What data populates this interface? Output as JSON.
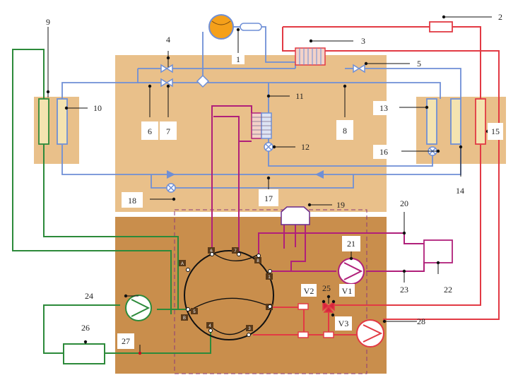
{
  "colors": {
    "upper_zone": "#e9c08a",
    "lower_zone": "#c98e4c",
    "blue_line": "#6f8fd6",
    "red_line": "#e23a44",
    "green_line": "#2c8a3a",
    "purple_line": "#b0207a",
    "valve_red": "#d7263d",
    "compressor": "#f5a01a"
  },
  "labels": {
    "n1": "1",
    "n2": "2",
    "n3": "3",
    "n4": "4",
    "n5": "5",
    "n6": "6",
    "n7": "7",
    "n8": "8",
    "n9": "9",
    "n10": "10",
    "n11": "11",
    "n12": "12",
    "n13": "13",
    "n14": "14",
    "n15": "15",
    "n16": "16",
    "n17": "17",
    "n18": "18",
    "n19": "19",
    "n20": "20",
    "n21": "21",
    "n22": "22",
    "n23": "23",
    "n24": "24",
    "n25": "25",
    "n26": "26",
    "n27": "27",
    "n28": "28",
    "v1": "V1",
    "v2": "V2",
    "v3": "V3"
  },
  "ports": {
    "p1": "1",
    "p2": "2",
    "p3": "3",
    "p4": "4",
    "p5": "5",
    "p6": "6",
    "p7": "7",
    "p8": "8",
    "pA": "A",
    "pB": "B"
  }
}
